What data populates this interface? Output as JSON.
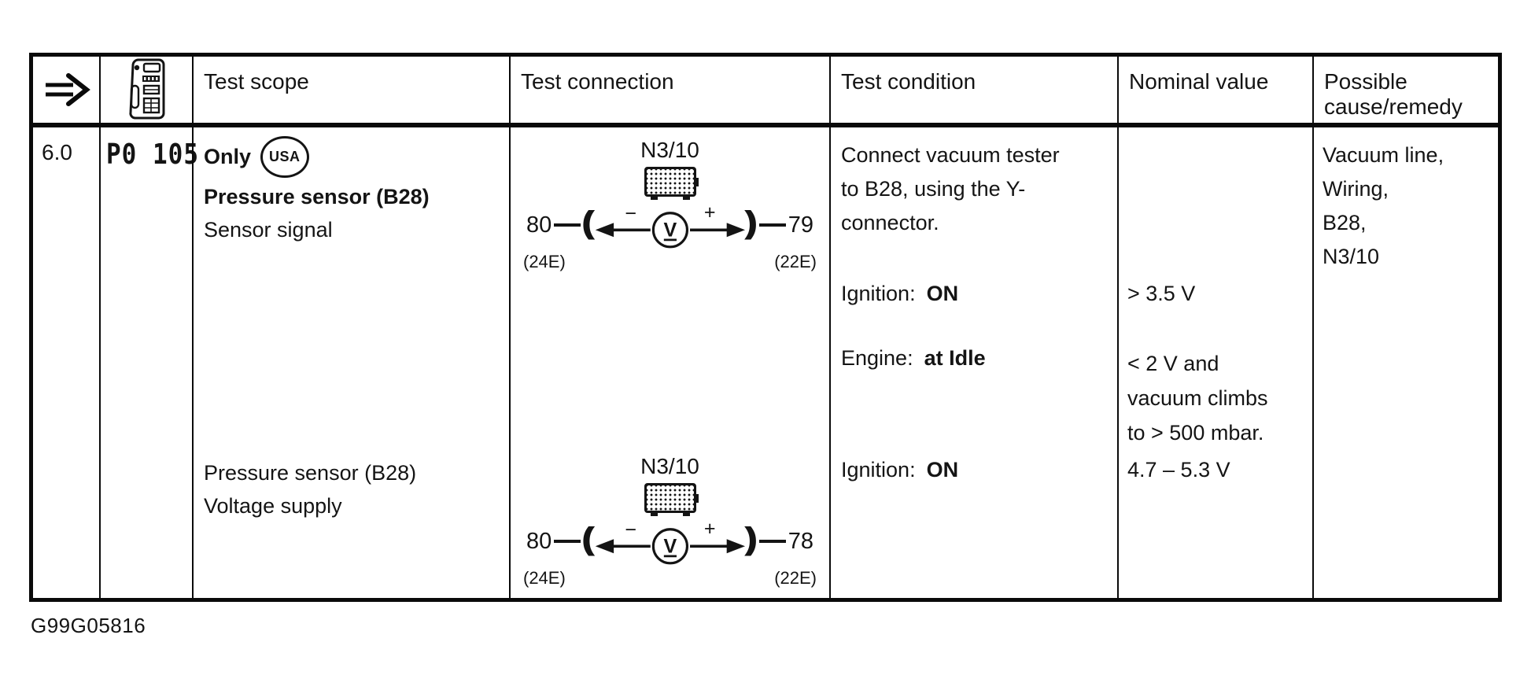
{
  "page": {
    "figure_id": "G99G05816"
  },
  "header": {
    "arrow_icon": "double-arrow-right",
    "tester_icon": "impulse-counter-tester",
    "col_test_scope": "Test scope",
    "col_test_connection": "Test connection",
    "col_test_condition": "Test condition",
    "col_nominal_value": "Nominal value",
    "col_possible_cause": "Possible cause/remedy"
  },
  "row": {
    "step": "6.0",
    "dtc_code": "P0 105",
    "test_scope": {
      "block1": {
        "only_label": "Only",
        "usa_badge": "USA",
        "title": "Pressure sensor (B28)",
        "subtitle": "Sensor signal"
      },
      "block2": {
        "title": "Pressure sensor (B28)",
        "subtitle": "Voltage supply"
      }
    },
    "test_connection": {
      "diagram1": {
        "module": "N3/10",
        "left_pin": "80",
        "right_pin": "79",
        "left_socket": "(24E)",
        "right_socket": "(22E)",
        "left_crescent": "(",
        "right_crescent": ")",
        "meter_letter": "V",
        "minus_sign": "−",
        "plus_sign": "+"
      },
      "diagram2": {
        "module": "N3/10",
        "left_pin": "80",
        "right_pin": "78",
        "left_socket": "(24E)",
        "right_socket": "(22E)",
        "left_crescent": "(",
        "right_crescent": ")",
        "meter_letter": "V",
        "minus_sign": "−",
        "plus_sign": "+"
      }
    },
    "test_condition": {
      "intro_lines": [
        "Connect vacuum tester",
        "to B28, using the Y-",
        "connector."
      ],
      "cond1_label": "Ignition:",
      "cond1_value": "ON",
      "cond2_label": "Engine:",
      "cond2_value": "at Idle",
      "cond3_label": "Ignition:",
      "cond3_value": "ON"
    },
    "nominal_value": {
      "v1": "> 3.5 V",
      "v2_lines": [
        "< 2 V and",
        "vacuum climbs",
        "to > 500 mbar."
      ],
      "v3": "4.7 – 5.3 V"
    },
    "possible_cause": {
      "lines": [
        "Vacuum line,",
        "Wiring,",
        "B28,",
        "N3/10"
      ]
    }
  }
}
